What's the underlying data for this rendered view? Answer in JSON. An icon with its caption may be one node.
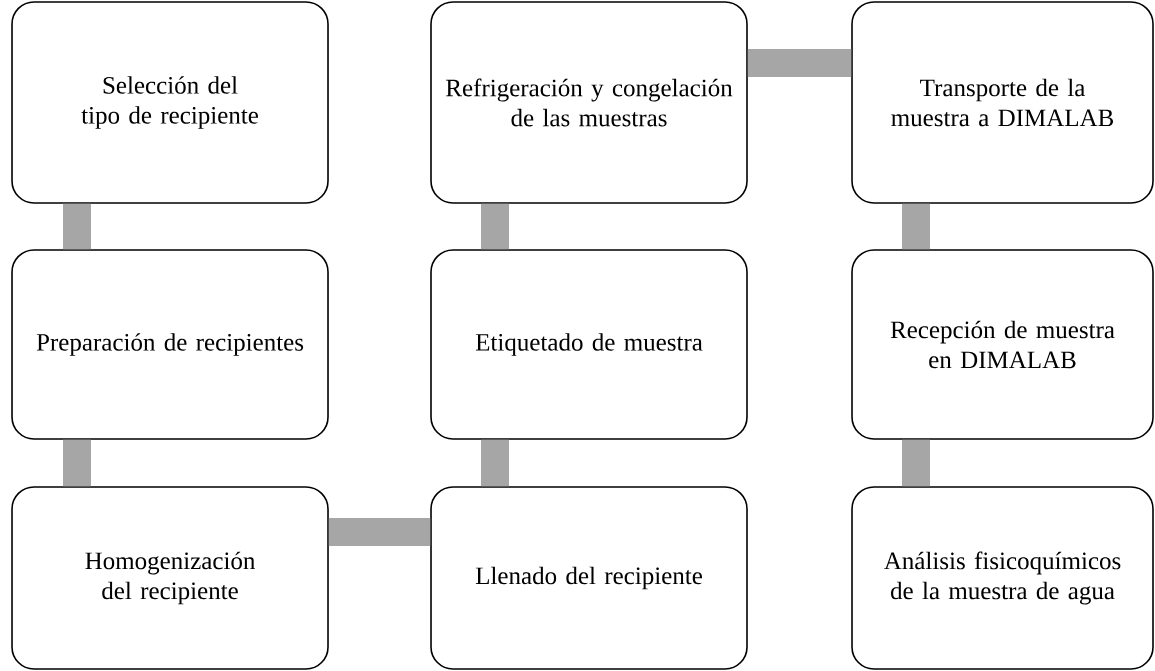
{
  "diagram": {
    "nodes": [
      {
        "text": [
          "Selección del tipo de recipiente"
        ]
      },
      {
        "text": [
          "Preparación de recipientes"
        ]
      },
      {
        "text": [
          "Homogenización del recipiente"
        ]
      },
      {
        "text": [
          "Llenado del recipiente"
        ]
      },
      {
        "text": [
          "Etiquetado de muestra"
        ]
      },
      {
        "text": [
          "Refrigeración y congelación de las muestras"
        ]
      },
      {
        "text": [
          "Transporte de la muestra a DIMALAB"
        ]
      },
      {
        "text": [
          "Recepción de muestra en DIMALAB"
        ]
      },
      {
        "text": [
          "Análisis fisicoquímicos de la muestra de agua"
        ]
      }
    ],
    "edges": [
      {
        "from": 0,
        "to": 1,
        "arrow": "none",
        "color": "#a6a6a6"
      },
      {
        "from": 1,
        "to": 2,
        "arrow": "none",
        "color": "#a6a6a6"
      },
      {
        "from": 2,
        "to": 3,
        "arrow": "none",
        "color": "#a6a6a6"
      },
      {
        "from": 3,
        "to": 4,
        "arrow": "none",
        "color": "#a6a6a6"
      },
      {
        "from": 4,
        "to": 5,
        "arrow": "none",
        "color": "#a6a6a6"
      },
      {
        "from": 5,
        "to": 6,
        "arrow": "none",
        "color": "#a6a6a6"
      },
      {
        "from": 6,
        "to": 7,
        "arrow": "none",
        "color": "#a6a6a6"
      },
      {
        "from": 7,
        "to": 8,
        "arrow": "none",
        "color": "#a6a6a6"
      }
    ]
  }
}
